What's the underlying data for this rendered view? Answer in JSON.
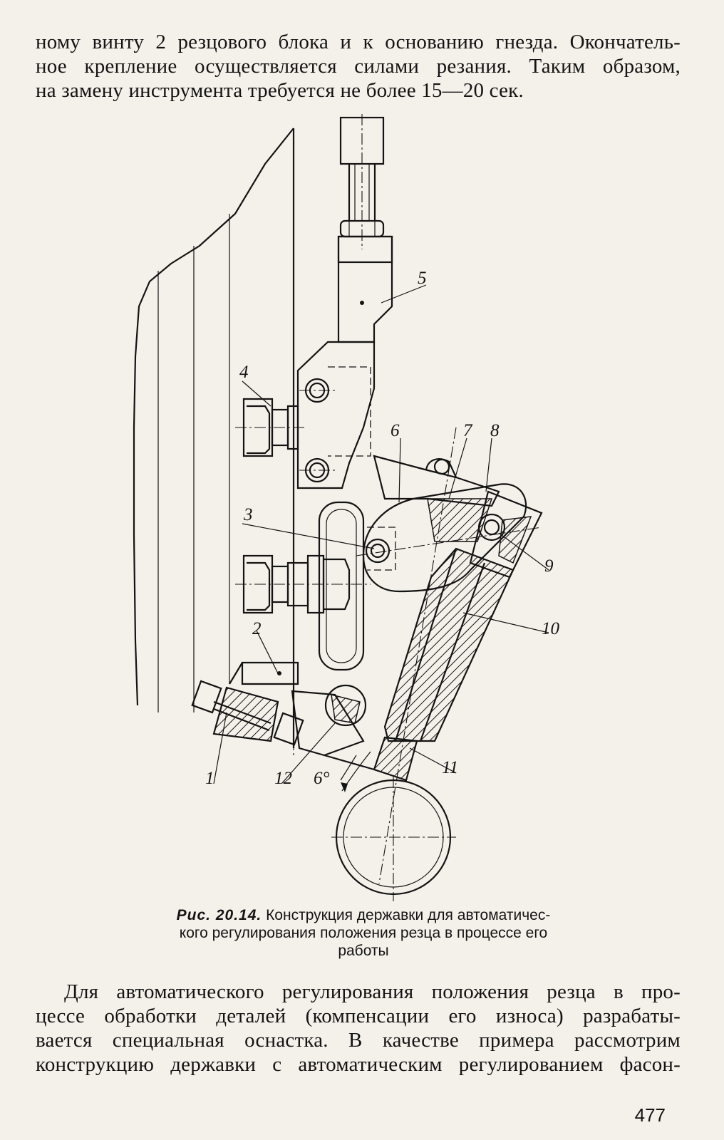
{
  "top_paragraph": {
    "lines": [
      "ному винту 2 резцового блока и к основанию гнезда. Окончатель-",
      "ное крепление осуществляется силами резания. Таким образом,",
      "на замену инструмента требуется не более 15—20 сек."
    ]
  },
  "figure": {
    "part_labels": [
      "1",
      "2",
      "3",
      "4",
      "5",
      "6",
      "7",
      "8",
      "9",
      "10",
      "11",
      "12"
    ],
    "angle_label": "6°"
  },
  "caption": {
    "label": "Рис. 20.14.",
    "lines": [
      "Конструкция державки для автоматичес-",
      "кого регулирования  положения  резца в процессе его",
      "работы"
    ]
  },
  "bottom_paragraph": {
    "lines": [
      "Для автоматического регулирования положения резца в про-",
      "цессе обработки деталей (компенсации его износа) разрабаты-",
      "вается специальная оснастка. В качестве примера рассмотрим",
      "конструкцию державки с автоматическим регулированием фасон-"
    ]
  },
  "page_number": "477"
}
